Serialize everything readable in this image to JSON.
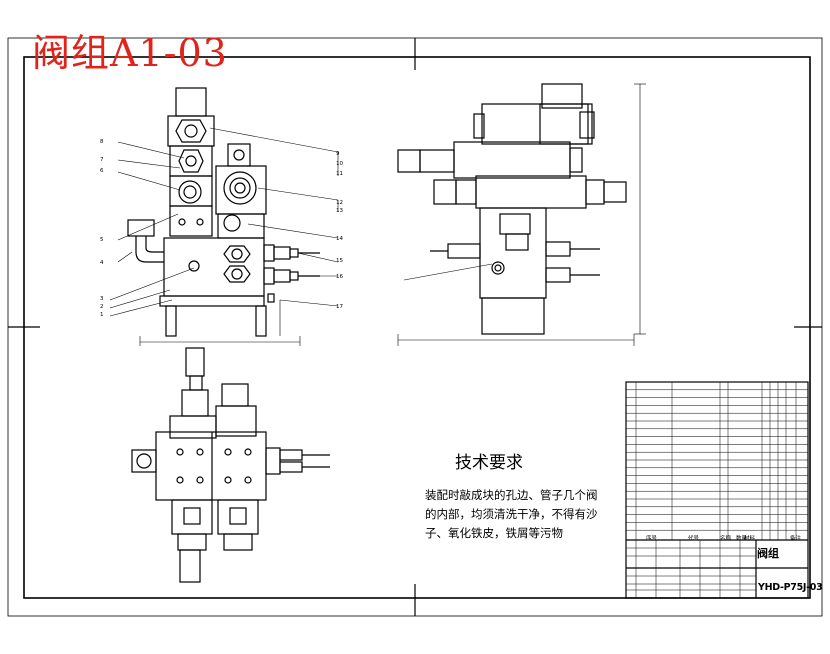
{
  "title_red": "阀组A1-03",
  "tech_requirements": {
    "heading": "技术要求",
    "body": "装配时敲成块的孔边、管子几个阀的内部，均须清洗干净，不得有沙子、氧化铁皮，铁屑等污物"
  },
  "title_block": {
    "part_name": "阀组",
    "drawing_code": "YHD-P75J-03",
    "header_labels": [
      "序号",
      "代号",
      "名称",
      "数量",
      "材料",
      "备注"
    ]
  },
  "left_callouts": [
    "8",
    "7",
    "6",
    "5",
    "4",
    "3",
    "2",
    "1"
  ],
  "right_callouts": [
    "9",
    "10",
    "11",
    "12",
    "13",
    "14",
    "15",
    "16",
    "17"
  ],
  "colors": {
    "ink": "#000000",
    "title_red": "#e0231b",
    "background": "#ffffff"
  }
}
